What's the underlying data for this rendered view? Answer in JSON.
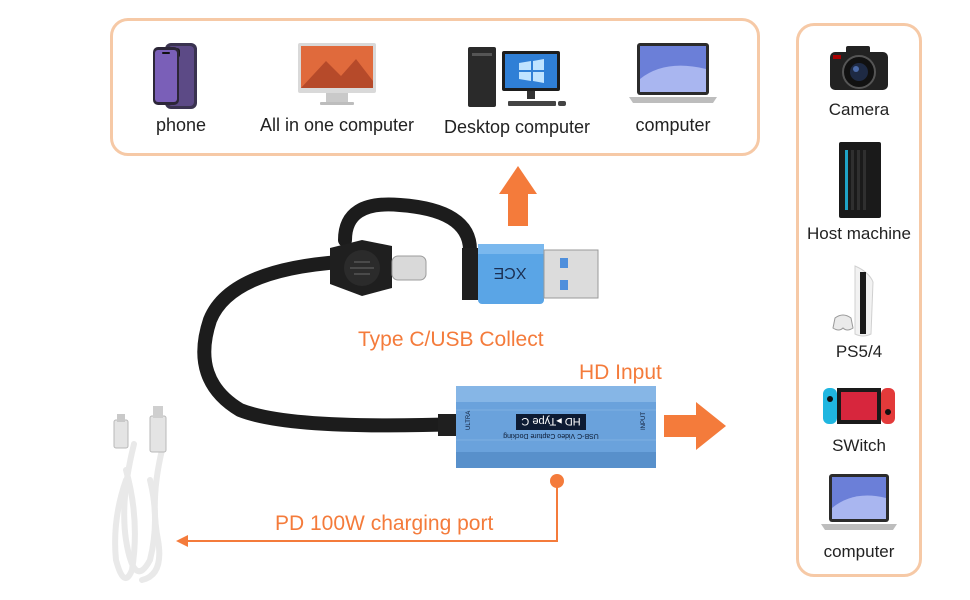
{
  "top_devices": [
    {
      "label": "phone",
      "icon": "phone-icon"
    },
    {
      "label": "All in one computer",
      "icon": "all-in-one-icon"
    },
    {
      "label": "Desktop computer",
      "icon": "desktop-icon"
    },
    {
      "label": "computer",
      "icon": "laptop-icon"
    }
  ],
  "side_devices": [
    {
      "label": "Camera",
      "icon": "camera-icon"
    },
    {
      "label": "Host machine",
      "icon": "host-machine-icon"
    },
    {
      "label": "PS5/4",
      "icon": "ps5-icon"
    },
    {
      "label": "SWitch",
      "icon": "switch-icon"
    },
    {
      "label": "computer",
      "icon": "laptop-icon"
    }
  ],
  "callouts": {
    "type_c_usb": "Type C/USB  Collect",
    "hd_input": "HD  Input",
    "pd_port": "PD 100W charging port"
  },
  "device_text": {
    "brand": "HD ▸Type C",
    "subtitle": "USB-C Video Capture Docking",
    "left_port": "ULTRA",
    "right_port": "INPUT"
  },
  "colors": {
    "accent": "#f47b3b",
    "panel_border": "#f6c9a6",
    "device_blue": "#6aa2dc"
  }
}
